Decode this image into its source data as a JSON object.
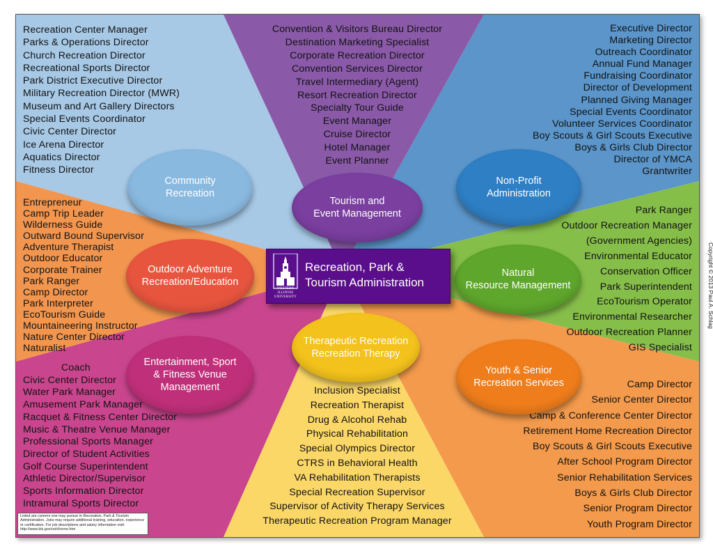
{
  "colors": {
    "community_bg": "#a7c9e6",
    "tourism_bg": "#8a5aa8",
    "nonprofit_bg": "#5b95c9",
    "outdoor_bg": "#f2964f",
    "natural_bg": "#86be4a",
    "entertainment_bg": "#c9468e",
    "therapeutic_bg": "#fbd768",
    "youth_bg": "#f39a4c",
    "center_box": "#5b0e8c"
  },
  "center": {
    "title": "Recreation, Park & Tourism Administration",
    "logo_text": "WESTERN ILLINOIS UNIVERSITY"
  },
  "sections": {
    "community": {
      "label": "Community\nRecreation",
      "items": [
        "Recreation Center Manager",
        "Parks & Operations Director",
        "Church Recreation Director",
        "Recreational Sports Director",
        "Park District Executive Director",
        "Military Recreation Director (MWR)",
        "Museum and Art Gallery Directors",
        "Special Events Coordinator",
        "Civic Center Director",
        "Ice Arena Director",
        "Aquatics Director",
        "Fitness Director"
      ]
    },
    "tourism": {
      "label": "Tourism and\nEvent Management",
      "items": [
        "Convention & Visitors Bureau Director",
        "Destination Marketing Specialist",
        "Corporate Recreation Director",
        "Convention Services Director",
        "Travel Intermediary (Agent)",
        "Resort Recreation Director",
        "Specialty Tour Guide",
        "Event Manager",
        "Cruise Director",
        "Hotel Manager",
        "Event Planner"
      ]
    },
    "nonprofit": {
      "label": "Non-Profit\nAdministration",
      "items": [
        "Executive Director",
        "Marketing Director",
        "Outreach Coordinator",
        "Annual Fund Manager",
        "Fundraising Coordinator",
        "Director of Development",
        "Planned Giving Manager",
        "Special Events Coordinator",
        "Volunteer Services Coordinator",
        "Boy Scouts & Girl Scouts Executive",
        "Boys & Girls Club Director",
        "Director of YMCA",
        "Grantwriter"
      ]
    },
    "outdoor": {
      "label": "Outdoor Adventure\nRecreation/Education",
      "items": [
        "Entrepreneur",
        "Camp Trip Leader",
        "Wilderness Guide",
        "Outward Bound Supervisor",
        "Adventure Therapist",
        "Outdoor Educator",
        "Corporate Trainer",
        "Park Ranger",
        "Camp Director",
        "Park Interpreter",
        "EcoTourism Guide",
        "Mountaineering Instructor",
        "Nature Center Director",
        "Naturalist"
      ]
    },
    "natural": {
      "label": "Natural\nResource Management",
      "items": [
        "Park Ranger",
        "Outdoor Recreation Manager",
        "(Government Agencies)",
        "Environmental Educator",
        "Conservation Officer",
        "Park Superintendent",
        "EcoTourism Operator",
        "Environmental Researcher",
        "Outdoor Recreation Planner",
        "GIS Specialist"
      ]
    },
    "entertainment": {
      "label": "Entertainment, Sport\n& Fitness Venue\nManagement",
      "coach": "Coach",
      "items": [
        "Civic Center Director",
        "Water Park Manager",
        "Amusement Park Manager",
        "Racquet & Fitness Center Director",
        "Music & Theatre Venue Manager",
        "Professional Sports Manager",
        "Director of Student Activities",
        "Golf Course Superintendent",
        "Athletic Director/Supervisor",
        "Sports Information Director",
        "Intramural Sports Director"
      ]
    },
    "therapeutic": {
      "label": "Therapeutic Recreation\nRecreation Therapy",
      "items": [
        "Inclusion Specialist",
        "Recreation Therapist",
        "Drug & Alcohol Rehab",
        "Physical Rehabilitation",
        "Special Olympics Director",
        "CTRS in Behavioral Health",
        "VA Rehabilitation Therapists",
        "Special Recreation Supervisor",
        "Supervisor of Activity Therapy Services",
        "Therapeutic Recreation Program Manager"
      ]
    },
    "youth": {
      "label": "Youth & Senior\nRecreation Services",
      "items": [
        "Camp Director",
        "Senior Center Director",
        "Camp & Conference Center Director",
        "Retirement Home Recreation Director",
        "Boy Scouts & Girl Scouts Executive",
        "After School Program Director",
        "Senior Rehabilitation Services",
        "Boys & Girls Club Director",
        "Senior Program Director",
        "Youth Program Director"
      ]
    }
  },
  "copyright": "Copyright © 2013 Paul A. Schlag",
  "note": "Listed are careers one may pursue in Recreation, Park & Tourism Administration. Jobs may require additional training, education, experience or certification. For job descriptions and salary information visit: http://www.bls.gov/ooh/home.htm"
}
